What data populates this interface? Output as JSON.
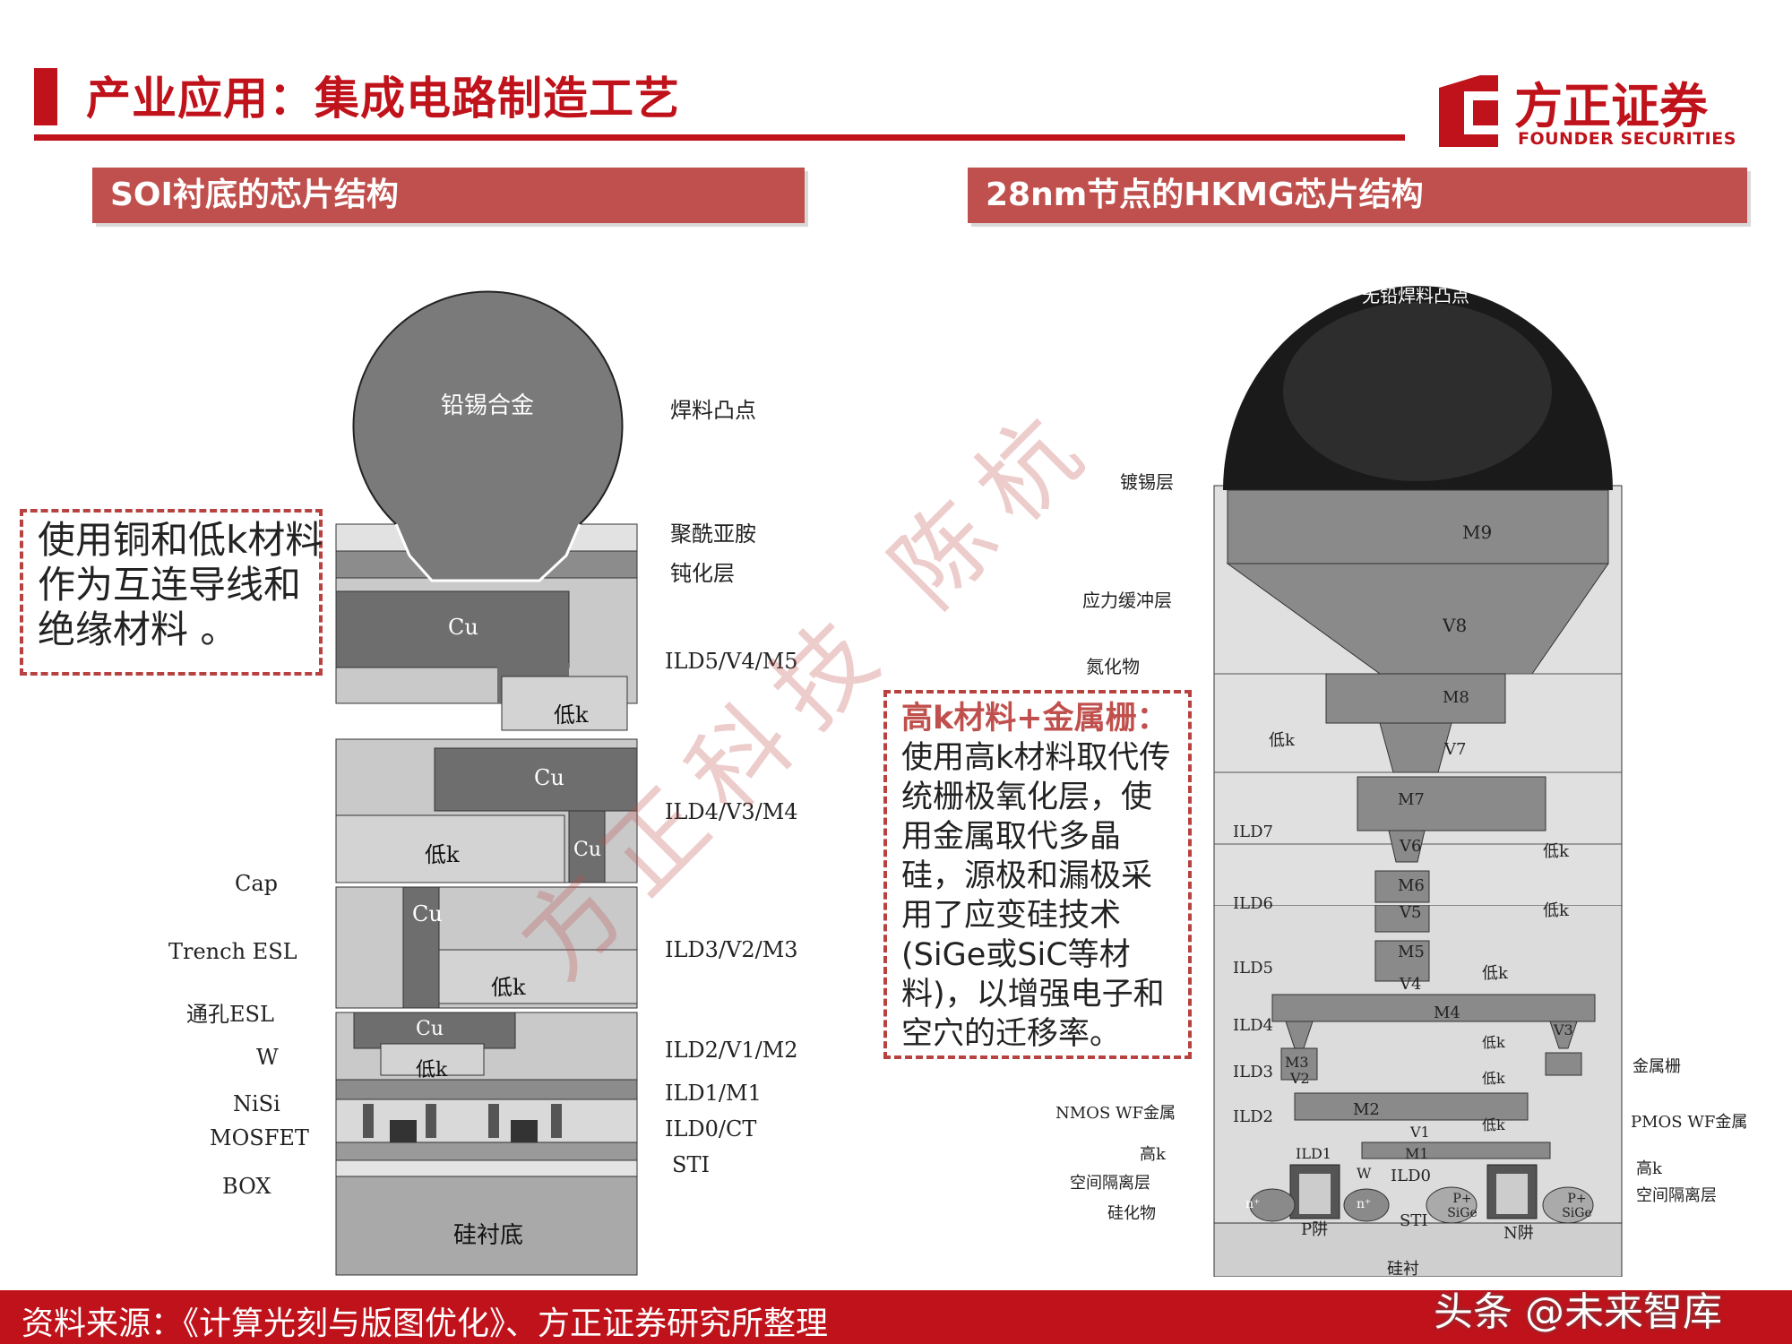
{
  "header": {
    "title": "产业应用：集成电路制造工艺",
    "logo_cn": "方正证券",
    "logo_en": "FOUNDER SECURITIES"
  },
  "left_panel": {
    "header": "SOI衬底的芯片结构",
    "figure": {
      "bump_inner": "铅锡合金",
      "bump_label": "焊料凸点",
      "layer_labels": [
        "聚酰亚胺",
        "钝化层",
        "ILD5/V4/M5",
        "ILD4/V3/M4",
        "ILD3/V2/M3",
        "ILD2/V1/M2",
        "ILD1/M1",
        "ILD0/CT",
        "STI"
      ],
      "left_labels": [
        "Cap",
        "Trench ESL",
        "通孔ESL",
        "W",
        "NiSi",
        "MOSFET",
        "BOX"
      ],
      "inner": {
        "cu": "Cu",
        "lowk": "低k",
        "substrate": "硅衬底"
      }
    },
    "callout": "使用铜和低k材料作为互连导线和绝缘材料 。"
  },
  "right_panel": {
    "header": "28nm节点的HKMG芯片结构",
    "figure": {
      "bump_inner": "无铅焊料凸点",
      "left_labels": [
        "镀锡层",
        "应力缓冲层",
        "氮化物",
        "NMOS WF金属",
        "高k",
        "空间隔离层",
        "硅化物"
      ],
      "right_labels": [
        "金属栅",
        "PMOS WF金属",
        "高k",
        "空间隔离层"
      ],
      "metals": [
        "M9",
        "V8",
        "M8",
        "V7",
        "M7",
        "V6",
        "M6",
        "V5",
        "M5",
        "V4",
        "M4",
        "V3",
        "M3",
        "V2",
        "M2",
        "V1",
        "M1"
      ],
      "ild": [
        "ILD7",
        "ILD6",
        "ILD5",
        "ILD4",
        "ILD3",
        "ILD2",
        "ILD1",
        "ILD0"
      ],
      "lowk": "低k",
      "device": {
        "p_well": "P阱",
        "n_well": "N阱",
        "sti": "STI",
        "nplus": "n⁺",
        "psige": "P+ SiGe",
        "w": "W",
        "substrate": "硅衬"
      }
    },
    "callout_highlight": "高k材料+金属栅：",
    "callout_body": "使用高k材料取代传统栅极氧化层，使用金属取代多晶硅，源极和漏极采用了应变硅技术(SiGe或SiC等材料)，以增强电子和空穴的迁移率。"
  },
  "watermark": "方正科技 陈杭",
  "footer": {
    "source": "资料来源：《计算光刻与版图优化》、方正证券研究所整理",
    "mark": "头条 @未来智库"
  }
}
